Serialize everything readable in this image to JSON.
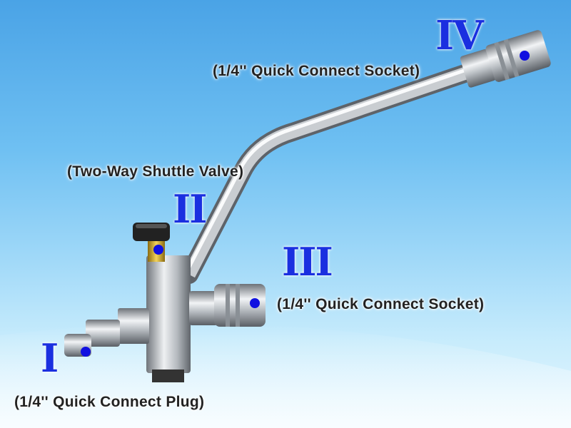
{
  "labels": {
    "part4": {
      "numeral": "IV",
      "caption": "(1/4'' Quick Connect Socket)"
    },
    "part2": {
      "numeral": "II",
      "caption": "(Two-Way Shuttle Valve)"
    },
    "part3": {
      "numeral": "III",
      "caption": "(1/4'' Quick Connect Socket)"
    },
    "part1": {
      "numeral": "I",
      "caption": "(1/4'' Quick Connect Plug)"
    }
  },
  "colors": {
    "numeral": "#1a2fe0",
    "marker_dot": "#1010e0"
  }
}
